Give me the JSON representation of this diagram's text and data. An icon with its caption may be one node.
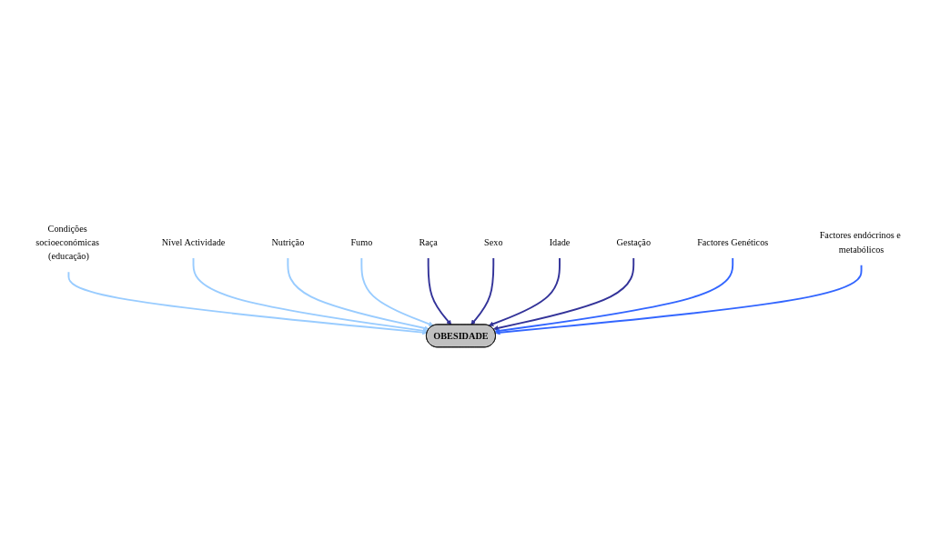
{
  "diagram": {
    "nodes": [
      {
        "text": [
          "OBESIDADE"
        ]
      },
      {
        "text": [
          "Condições socioeconómicas (educação)"
        ]
      },
      {
        "text": [
          "Nível Actividade"
        ]
      },
      {
        "text": [
          "Nutrição"
        ]
      },
      {
        "text": [
          "Fumo"
        ]
      },
      {
        "text": [
          "Raça"
        ]
      },
      {
        "text": [
          "Sexo"
        ]
      },
      {
        "text": [
          "Idade"
        ]
      },
      {
        "text": [
          "Gestação"
        ]
      },
      {
        "text": [
          "Factores Genéticos"
        ]
      },
      {
        "text": [
          "Factores endócrinos e metabólicos"
        ]
      }
    ],
    "edges": [
      {
        "from": 1,
        "to": 0,
        "arrow": "to",
        "color": "#99ccff"
      },
      {
        "from": 2,
        "to": 0,
        "arrow": "to",
        "color": "#99ccff"
      },
      {
        "from": 3,
        "to": 0,
        "arrow": "to",
        "color": "#99ccff"
      },
      {
        "from": 4,
        "to": 0,
        "arrow": "to",
        "color": "#99ccff"
      },
      {
        "from": 5,
        "to": 0,
        "arrow": "to",
        "color": "#333399"
      },
      {
        "from": 6,
        "to": 0,
        "arrow": "to",
        "color": "#333399"
      },
      {
        "from": 7,
        "to": 0,
        "arrow": "to",
        "color": "#333399"
      },
      {
        "from": 8,
        "to": 0,
        "arrow": "to",
        "color": "#333399"
      },
      {
        "from": 9,
        "to": 0,
        "arrow": "to",
        "color": "#3366ff"
      },
      {
        "from": 10,
        "to": 0,
        "arrow": "to",
        "color": "#3366ff"
      }
    ]
  }
}
